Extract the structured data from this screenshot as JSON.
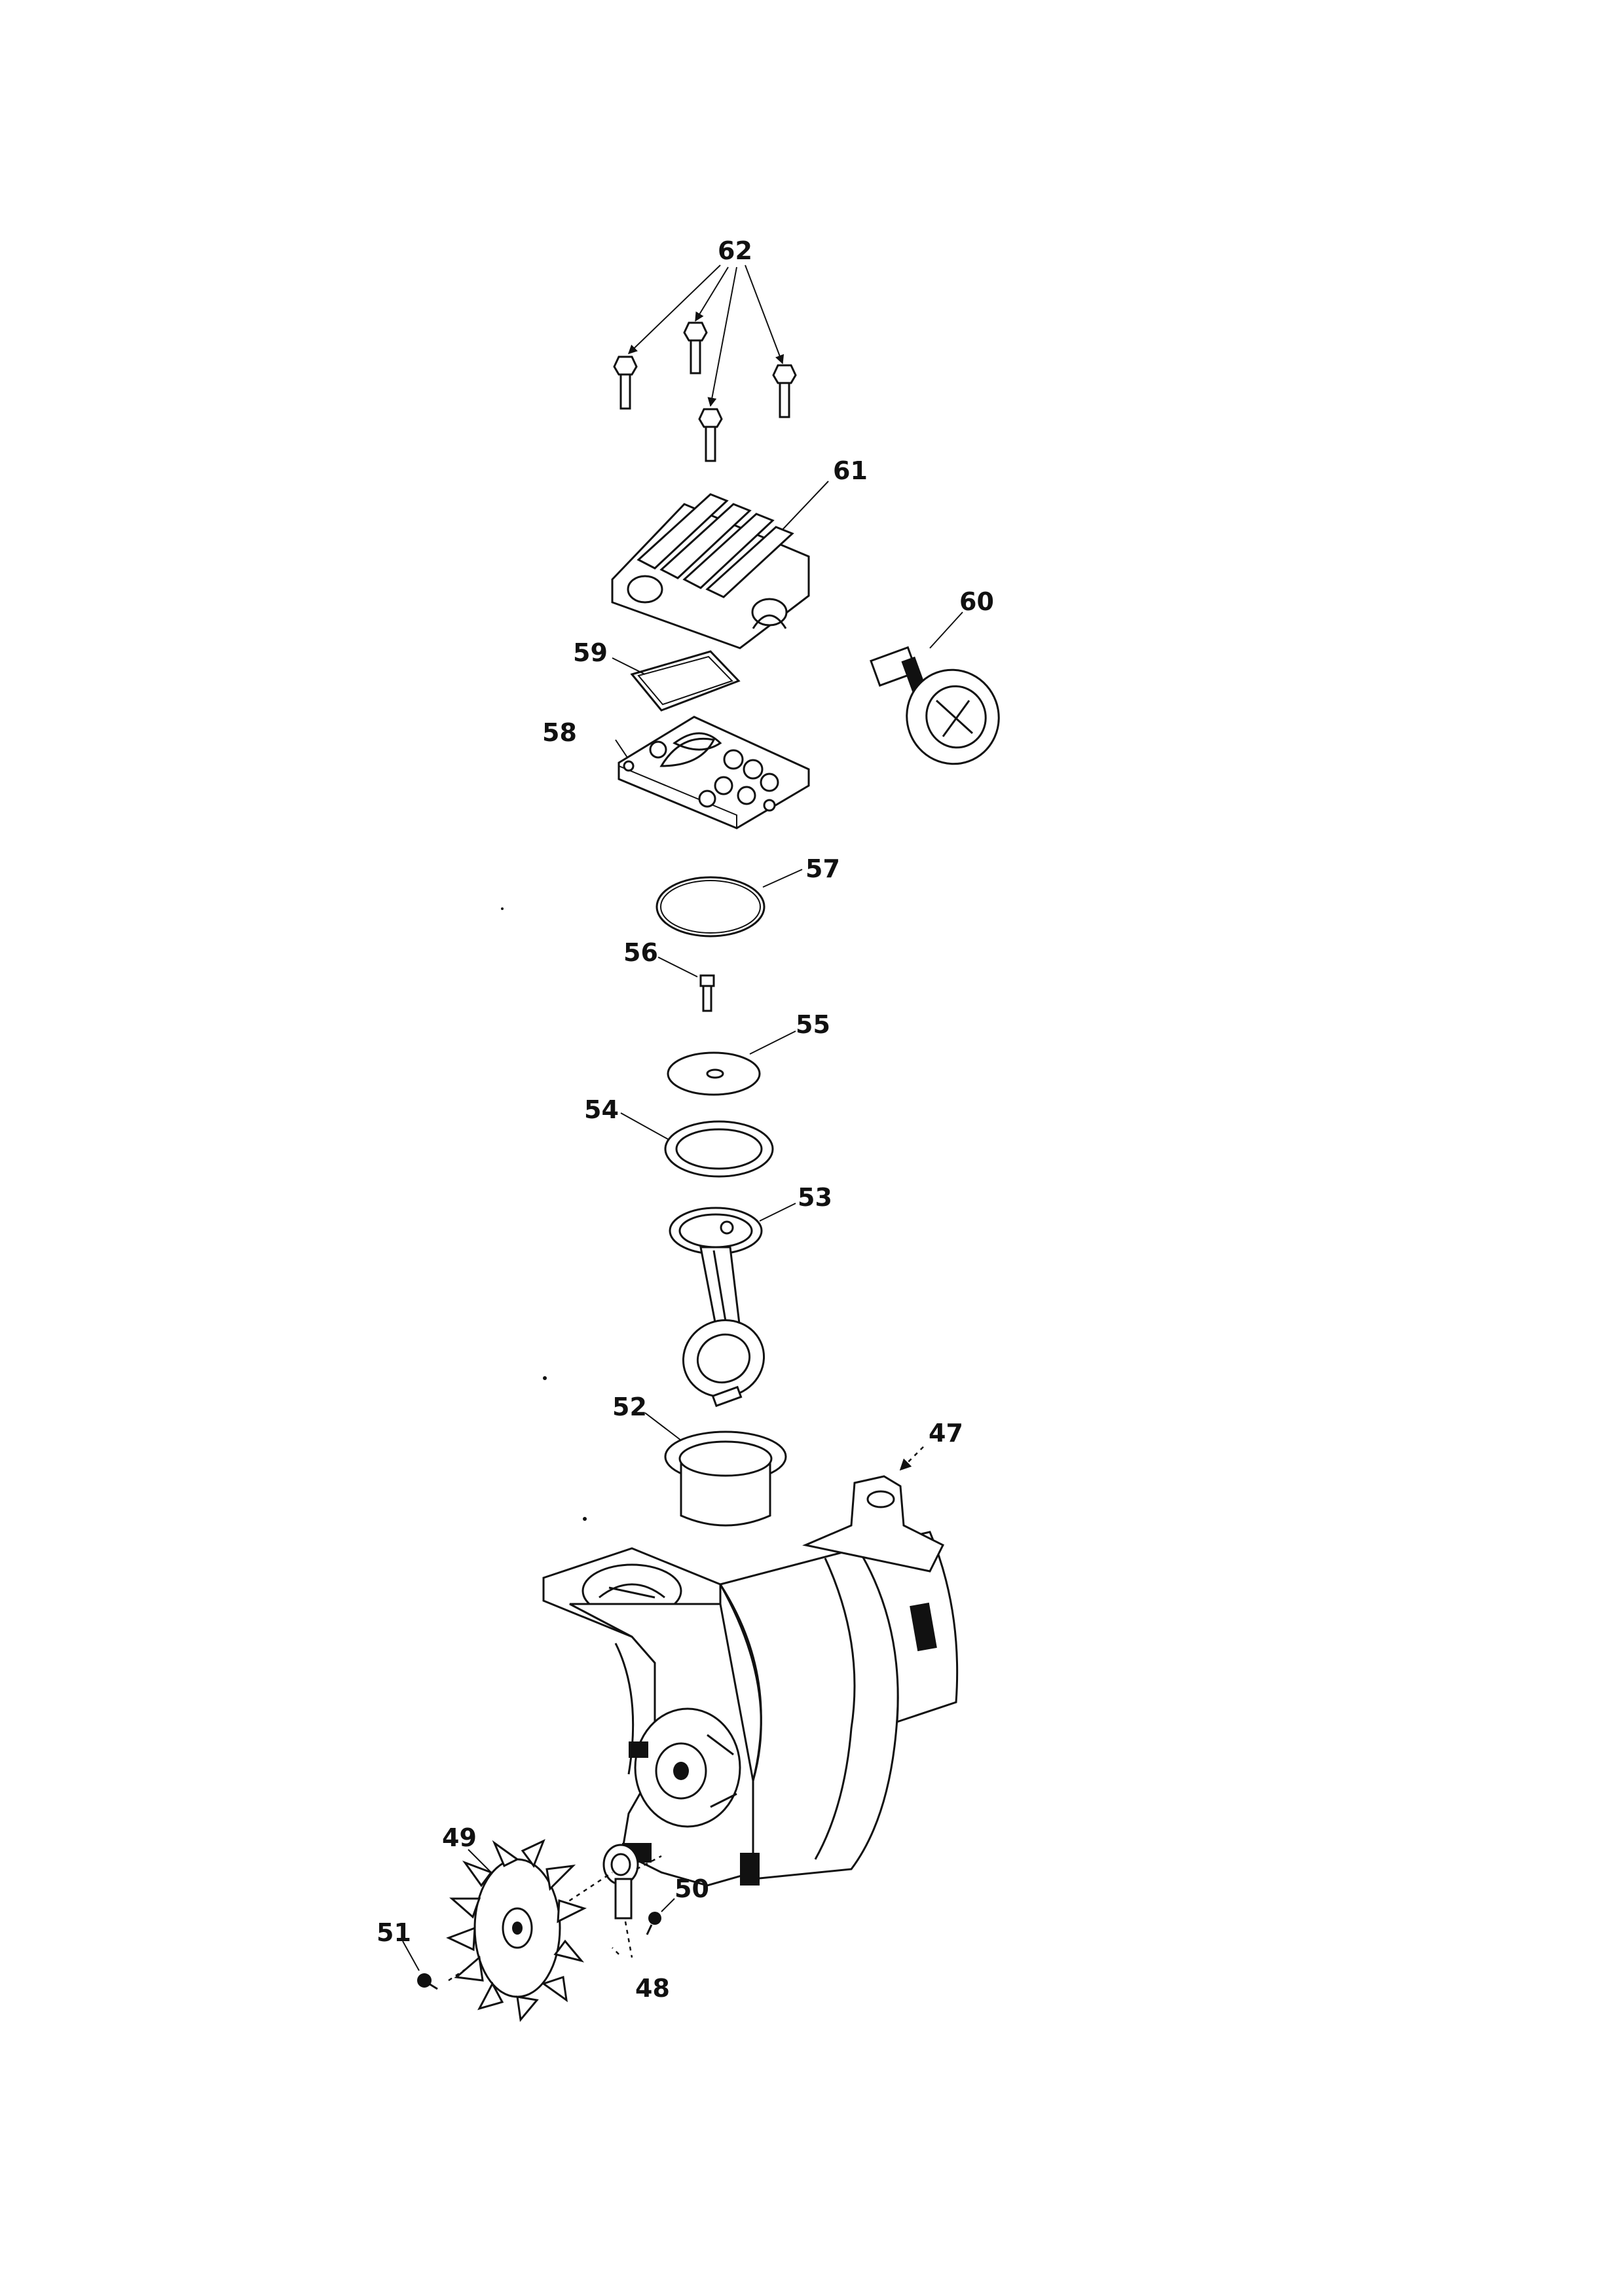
{
  "callouts": {
    "c62": "62",
    "c61": "61",
    "c60": "60",
    "c59": "59",
    "c58": "58",
    "c57": "57",
    "c56": "56",
    "c55": "55",
    "c54": "54",
    "c53": "53",
    "c52": "52",
    "c47": "47",
    "c49": "49",
    "c50": "50",
    "c51": "51",
    "c48": "48"
  },
  "style": {
    "ink_color": "#111111",
    "paper_color": "#ffffff"
  }
}
